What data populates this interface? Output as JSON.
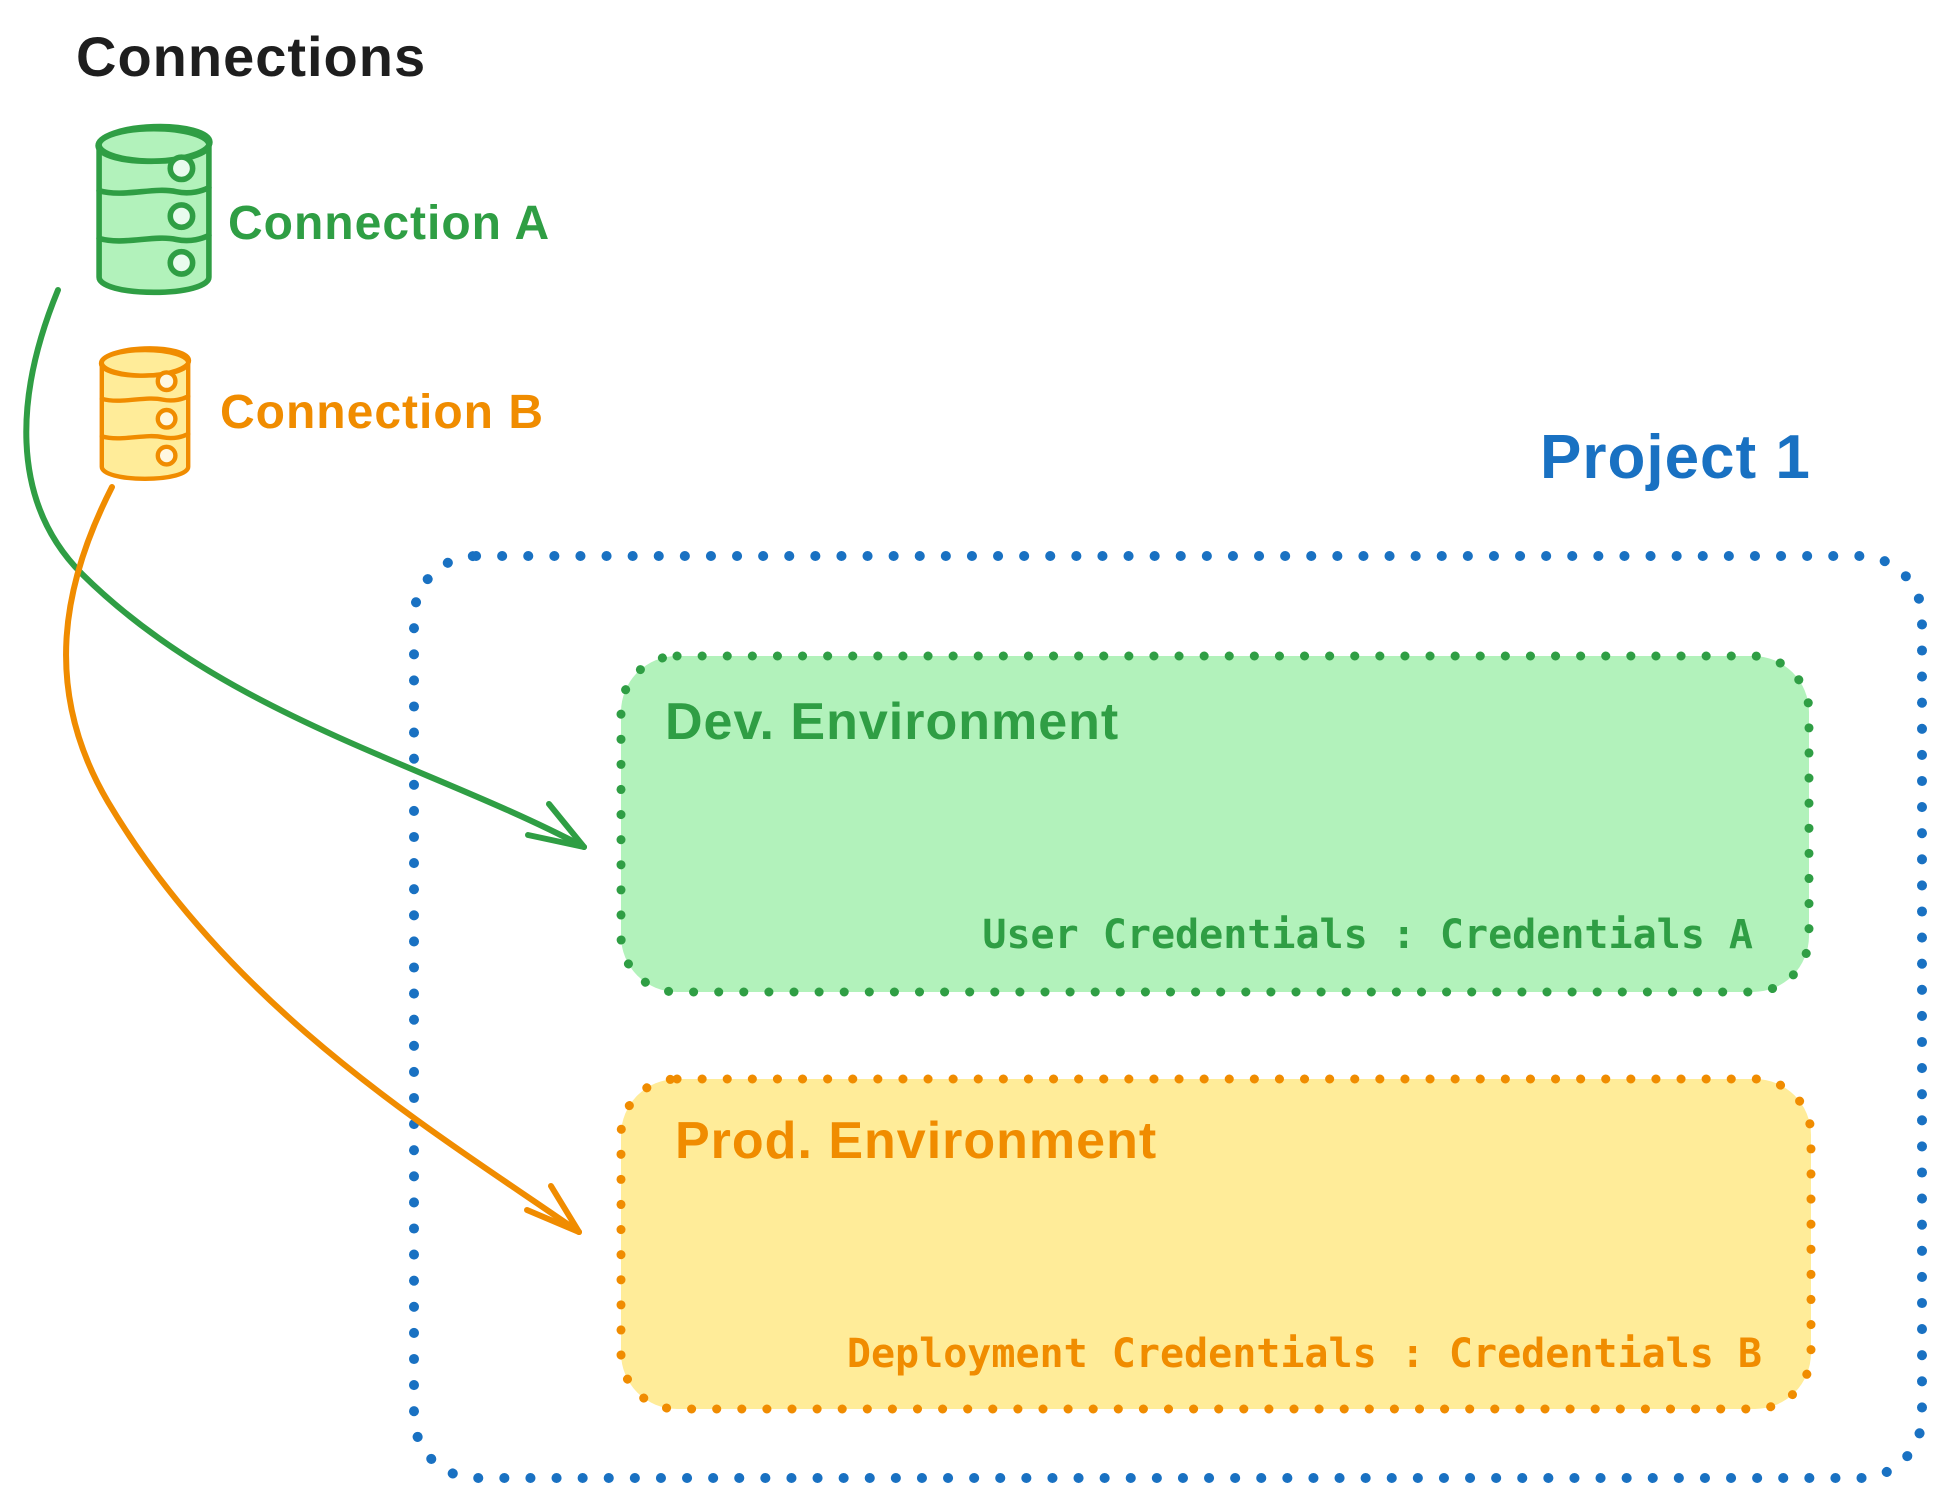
{
  "header": {
    "title": "Connections"
  },
  "connections": {
    "a": {
      "label": "Connection A",
      "icon": "database-icon",
      "color": "#2f9e44",
      "fill": "#b2f2bb"
    },
    "b": {
      "label": "Connection B",
      "icon": "database-icon",
      "color": "#f08c00",
      "fill": "#ffec99"
    }
  },
  "project": {
    "title": "Project 1",
    "color": "#1971c2",
    "environments": {
      "dev": {
        "title": "Dev. Environment",
        "credentials": "User Credentials : Credentials A",
        "stroke": "#2f9e44",
        "fill": "#b2f2bb"
      },
      "prod": {
        "title": "Prod. Environment",
        "credentials": "Deployment Credentials : Credentials B",
        "stroke": "#f08c00",
        "fill": "#ffec99"
      }
    }
  },
  "arrows": {
    "a_to_dev": {
      "from": "Connection A",
      "to": "Dev. Environment",
      "color": "#2f9e44"
    },
    "b_to_prod": {
      "from": "Connection B",
      "to": "Prod. Environment",
      "color": "#f08c00"
    }
  }
}
